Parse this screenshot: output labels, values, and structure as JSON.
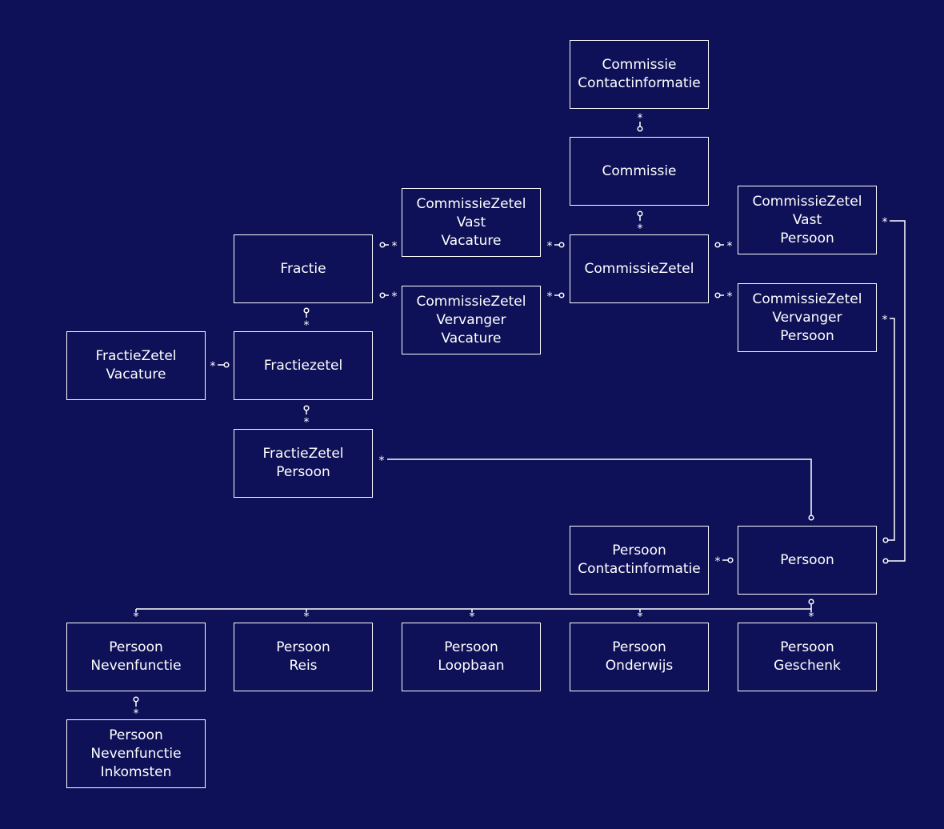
{
  "entities": {
    "commissie_contactinformatie": [
      "Commissie",
      "Contactinformatie"
    ],
    "commissie": [
      "Commissie"
    ],
    "commissiezetel_vast_vacature": [
      "CommissieZetel",
      "Vast",
      "Vacature"
    ],
    "commissiezetel_vast_persoon": [
      "CommissieZetel",
      "Vast",
      "Persoon"
    ],
    "fractie": [
      "Fractie"
    ],
    "commissiezetel": [
      "CommissieZetel"
    ],
    "commissiezetel_vervanger_vacature": [
      "CommissieZetel",
      "Vervanger",
      "Vacature"
    ],
    "commissiezetel_vervanger_persoon": [
      "CommissieZetel",
      "Vervanger",
      "Persoon"
    ],
    "fractiezetel_vacature": [
      "FractieZetel",
      "Vacature"
    ],
    "fractiezetel": [
      "Fractiezetel"
    ],
    "fractiezetel_persoon": [
      "FractieZetel",
      "Persoon"
    ],
    "persoon_contactinformatie": [
      "Persoon",
      "Contactinformatie"
    ],
    "persoon": [
      "Persoon"
    ],
    "persoon_nevenfunctie": [
      "Persoon",
      "Nevenfunctie"
    ],
    "persoon_reis": [
      "Persoon",
      "Reis"
    ],
    "persoon_loopbaan": [
      "Persoon",
      "Loopbaan"
    ],
    "persoon_onderwijs": [
      "Persoon",
      "Onderwijs"
    ],
    "persoon_geschenk": [
      "Persoon",
      "Geschenk"
    ],
    "persoon_nevenfunctie_inkomsten": [
      "Persoon",
      "Nevenfunctie",
      "Inkomsten"
    ]
  },
  "cardinality": {
    "many": "*"
  },
  "colors": {
    "background": "#0e1157",
    "line": "#ffffff"
  }
}
